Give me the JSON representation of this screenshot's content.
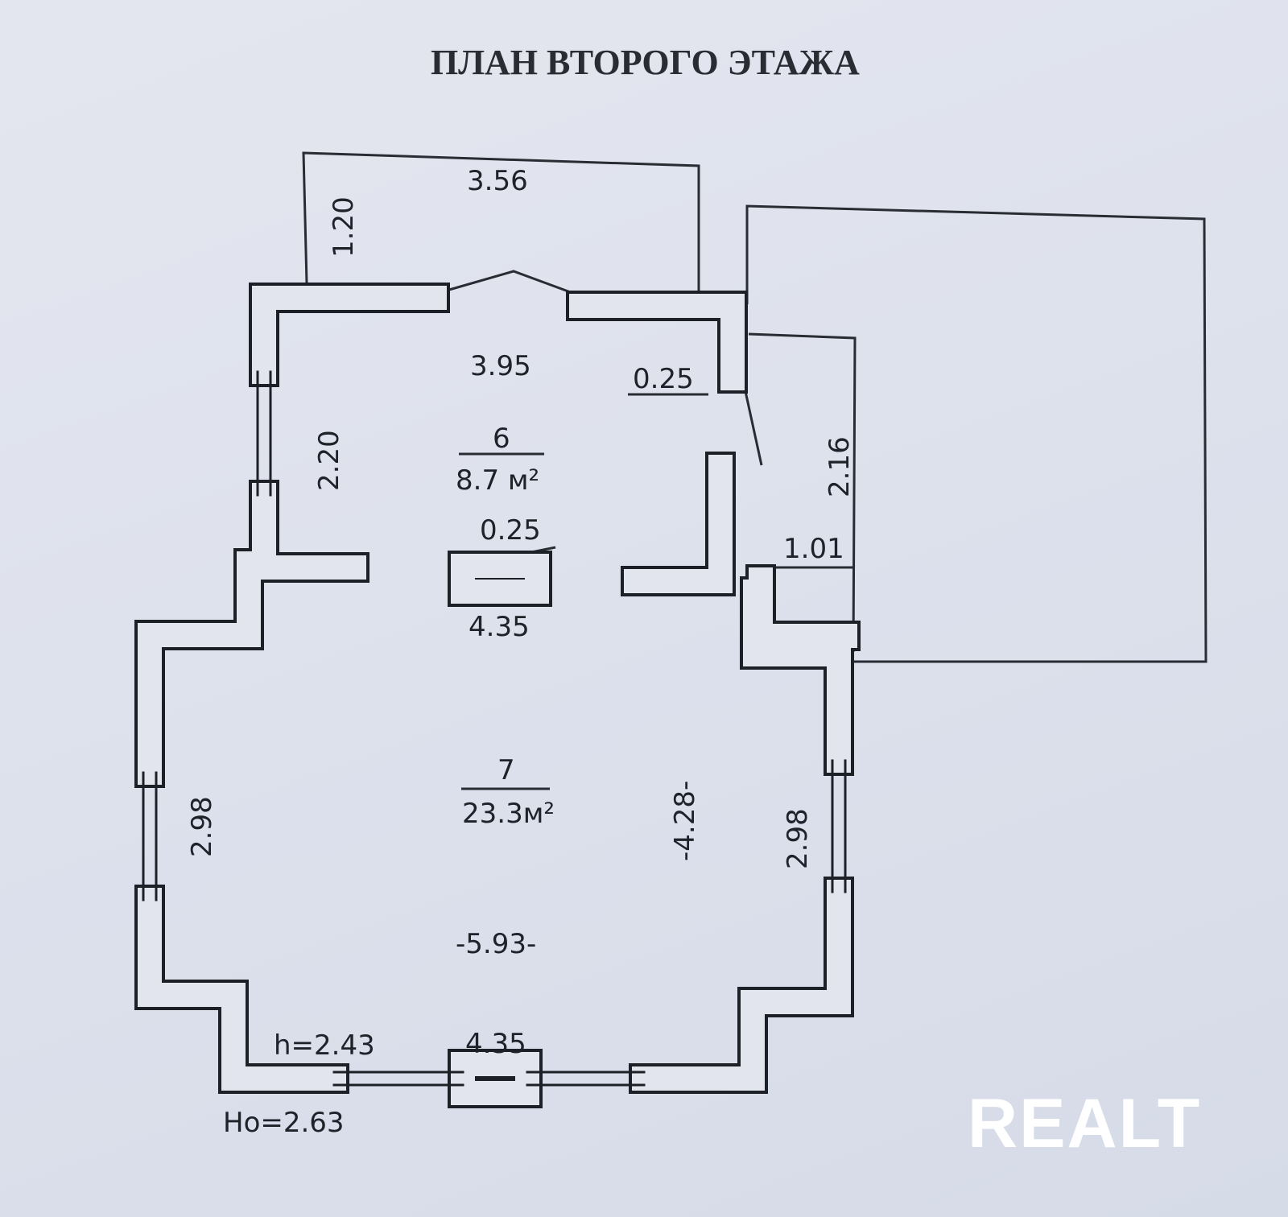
{
  "title": "ПЛАН ВТОРОГО ЭТАЖА",
  "rooms": [
    {
      "number": "6",
      "area": "8.7 м²"
    },
    {
      "number": "7",
      "area": "23.3м²"
    }
  ],
  "dimensions": {
    "balcony_width": "3.56",
    "balcony_depth": "1.20",
    "room6_width": "3.95",
    "wall_thickness_top": "0.25",
    "room6_height": "2.20",
    "column_size": "0.25",
    "opening_width": "4.35",
    "side_room_height": "2.16",
    "closet_width": "1.01",
    "left_wall": "2.98",
    "right_wall": "2.98",
    "room7_depth": "-4.28-",
    "room7_width": "-5.93-",
    "bottom_width": "4.35",
    "ceiling_height": "h=2.43",
    "floor_height": "Ho=2.63"
  },
  "watermark": "REALT",
  "colors": {
    "wall": "#1e2028",
    "wall_fill": "#e2e5ee",
    "watermark": "#ffffff"
  }
}
